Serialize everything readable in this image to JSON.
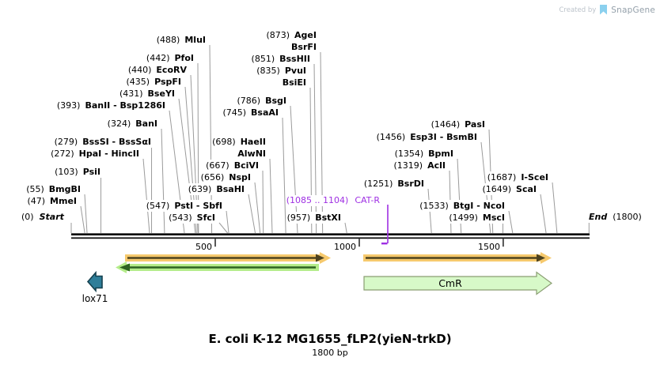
{
  "watermark": {
    "created_by": "Created by",
    "brand": "SnapGene"
  },
  "map": {
    "length_bp": 1800,
    "start": {
      "pos": "(0)",
      "label": "Start",
      "bp": 0
    },
    "end": {
      "label": "End",
      "pos": "(1800)",
      "bp": 1800
    },
    "ruler_ticks": [
      {
        "label": "500",
        "bp": 500
      },
      {
        "label": "1000",
        "bp": 1000
      },
      {
        "label": "1500",
        "bp": 1500
      }
    ],
    "sites": [
      {
        "pos": "(47)",
        "bp": 47,
        "lines": [
          "MmeI"
        ]
      },
      {
        "pos": "(55)",
        "bp": 55,
        "lines": [
          "BmgBI"
        ]
      },
      {
        "pos": "(103)",
        "bp": 103,
        "lines": [
          "PsiI"
        ]
      },
      {
        "pos": "(272)",
        "bp": 272,
        "lines": [
          "HpaI - HincII"
        ]
      },
      {
        "pos": "(279)",
        "bp": 279,
        "lines": [
          "BssSI - BssSαI"
        ]
      },
      {
        "pos": "(324)",
        "bp": 324,
        "lines": [
          "BanI"
        ]
      },
      {
        "pos": "(393)",
        "bp": 393,
        "lines": [
          "BanII - Bsp1286I"
        ]
      },
      {
        "pos": "(431)",
        "bp": 431,
        "lines": [
          "BseYI"
        ]
      },
      {
        "pos": "(435)",
        "bp": 435,
        "lines": [
          "PspFI"
        ]
      },
      {
        "pos": "(440)",
        "bp": 440,
        "lines": [
          "EcoRV"
        ]
      },
      {
        "pos": "(442)",
        "bp": 442,
        "lines": [
          "PfoI"
        ]
      },
      {
        "pos": "(488)",
        "bp": 488,
        "lines": [
          "MluI"
        ]
      },
      {
        "pos": "(543)",
        "bp": 543,
        "lines": [
          "SfcI"
        ]
      },
      {
        "pos": "(547)",
        "bp": 547,
        "lines": [
          "PstI - SbfI"
        ]
      },
      {
        "pos": "(639)",
        "bp": 639,
        "lines": [
          "BsaHI"
        ]
      },
      {
        "pos": "(656)",
        "bp": 656,
        "lines": [
          "NspI"
        ]
      },
      {
        "pos": "(667)",
        "bp": 667,
        "lines": [
          "BciVI"
        ]
      },
      {
        "pos": "(698)",
        "bp": 698,
        "lines": [
          "HaeII",
          "AlwNI"
        ]
      },
      {
        "pos": "(745)",
        "bp": 745,
        "lines": [
          "BsaAI"
        ]
      },
      {
        "pos": "(786)",
        "bp": 786,
        "lines": [
          "BsgI"
        ]
      },
      {
        "pos": "(835)",
        "bp": 835,
        "lines": [
          "PvuI",
          "BsiEI"
        ]
      },
      {
        "pos": "(851)",
        "bp": 851,
        "lines": [
          "BssHII"
        ]
      },
      {
        "pos": "(873)",
        "bp": 873,
        "lines": [
          "AgeI",
          "BsrFI"
        ]
      },
      {
        "pos": "(957)",
        "bp": 957,
        "lines": [
          "BstXI"
        ]
      },
      {
        "pos": "(1251)",
        "bp": 1251,
        "lines": [
          "BsrDI"
        ]
      },
      {
        "pos": "(1319)",
        "bp": 1319,
        "lines": [
          "AclI"
        ]
      },
      {
        "pos": "(1354)",
        "bp": 1354,
        "lines": [
          "BpmI"
        ]
      },
      {
        "pos": "(1456)",
        "bp": 1456,
        "lines": [
          "Esp3I - BsmBI"
        ]
      },
      {
        "pos": "(1464)",
        "bp": 1464,
        "lines": [
          "PasI"
        ]
      },
      {
        "pos": "(1499)",
        "bp": 1499,
        "lines": [
          "MscI"
        ]
      },
      {
        "pos": "(1533)",
        "bp": 1533,
        "lines": [
          "BtgI - NcoI"
        ]
      },
      {
        "pos": "(1649)",
        "bp": 1649,
        "lines": [
          "ScaI"
        ]
      },
      {
        "pos": "(1687)",
        "bp": 1687,
        "lines": [
          "I-SceI"
        ]
      }
    ]
  },
  "features": {
    "lox71": {
      "label": "lox71",
      "direction": "left",
      "color": "#2e7e99"
    },
    "cmr": {
      "label": "CmR",
      "direction": "right",
      "color": "#d7f9c8"
    },
    "catr": {
      "range": "(1085 .. 1104)",
      "label": "CAT-R",
      "bp_start": 1085,
      "bp_end": 1104,
      "color": "#9e2fe3"
    },
    "orange_arrow_1": {
      "label": "",
      "direction": "right",
      "color": "#f6c96d"
    },
    "orange_arrow_2": {
      "label": "",
      "direction": "right",
      "color": "#f6c96d"
    },
    "green_arrow": {
      "label": "",
      "direction": "left",
      "color": "#b4ec8a"
    }
  },
  "footer": {
    "title": "E. coli K-12 MG1655_fLP2(yieN-trkD)",
    "subtitle": "1800 bp"
  }
}
